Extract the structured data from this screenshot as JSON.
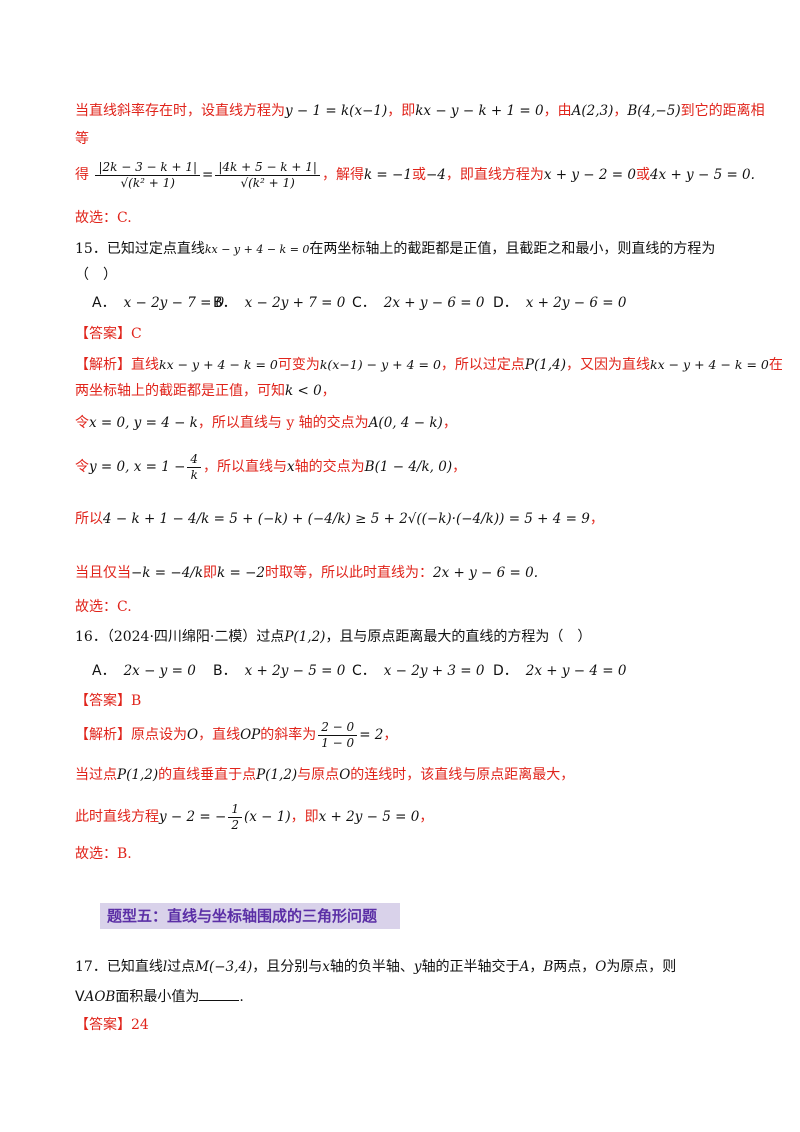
{
  "l1_a": "当直线斜率存在时，设直线方程为",
  "l1_m1": "y − 1 = k(x−1)",
  "l1_b": "，即",
  "l1_m2": "kx − y − k + 1 = 0",
  "l1_c": "，由",
  "l1_m3": "A(2,3)",
  "l1_d": "，",
  "l1_m4": "B(4,−5)",
  "l1_e": "到它的距离相",
  "l2": "等",
  "l3_a": "得",
  "l3_f1_num": "|2k − 3 − k + 1|",
  "l3_f1_den": "√(k² + 1)",
  "l3_eq": "=",
  "l3_f2_num": "|4k + 5 − k + 1|",
  "l3_f2_den": "√(k² + 1)",
  "l3_b": "，解得",
  "l3_m1": "k = −1",
  "l3_c": "或",
  "l3_m2": "−4",
  "l3_d": "，即直线方程为",
  "l3_m3": "x + y − 2 = 0",
  "l3_e": "或",
  "l3_m4": "4x + y − 5 = 0",
  "l3_f": ".",
  "l4": "故选：C.",
  "q15_a": "15．已知过定点直线",
  "q15_m": "kx − y + 4 − k = 0",
  "q15_b": "在两坐标轴上的截距都是正值，且截距之和最小，则直线的方程为",
  "q15_paren": "（　）",
  "q15_opts": [
    {
      "label": "A．",
      "expr": "x − 2y − 7 = 0"
    },
    {
      "label": "B．",
      "expr": "x − 2y + 7 = 0"
    },
    {
      "label": "C．",
      "expr": "2x + y − 6 = 0"
    },
    {
      "label": "D．",
      "expr": "x + 2y − 6 = 0"
    }
  ],
  "ans15_tag": "【答案】",
  "ans15_val": "C",
  "jx15_tag": "【解析】",
  "jx15_a": "直线",
  "jx15_m1": "kx − y + 4 − k = 0",
  "jx15_b": "可变为",
  "jx15_m2": "k(x−1) − y + 4 = 0",
  "jx15_c": "，所以过定点",
  "jx15_m3": "P(1,4)",
  "jx15_d": "，又因为直线",
  "jx15_m4": "kx − y + 4 − k = 0",
  "jx15_e": "在",
  "jx15_l2a": "两坐标轴上的截距都是正值，可知",
  "jx15_l2m": "k < 0",
  "jx15_l2b": "，",
  "jx15_l3a": "令",
  "jx15_l3m1": "x = 0, y = 4 − k",
  "jx15_l3b": "，所以直线与 y 轴的交点为",
  "jx15_l3m2": "A(0, 4 − k)",
  "jx15_l3c": "，",
  "jx15_l4a": "令",
  "jx15_l4m1": "y = 0, x = 1 −",
  "jx15_l4f_num": "4",
  "jx15_l4f_den": "k",
  "jx15_l4b": "，所以直线与",
  "jx15_l4x": "x",
  "jx15_l4c": "轴的交点为",
  "jx15_l4m2": "B(1 − 4/k, 0)",
  "jx15_l4d": "，",
  "jx15_l5a": "所以",
  "jx15_l5m": "4 − k + 1 − 4/k = 5 + (−k) + (−4/k) ≥ 5 + 2√((−k)·(−4/k)) = 5 + 4 = 9",
  "jx15_l5b": "，",
  "jx15_l6a": "当且仅当",
  "jx15_l6m1": "−k = −4/k",
  "jx15_l6b": "即",
  "jx15_l6m2": "k = −2",
  "jx15_l6c": "时取等，所以此时直线为：",
  "jx15_l6m3": "2x + y − 6 = 0",
  "jx15_l6d": ".",
  "end15": "故选：C.",
  "q16_a": "16．（2024·四川绵阳·二模）过点",
  "q16_m": "P(1,2)",
  "q16_b": "，且与原点距离最大的直线的方程为（　）",
  "q16_opts": [
    {
      "label": "A．",
      "expr": "2x − y = 0"
    },
    {
      "label": "B．",
      "expr": "x + 2y − 5 = 0"
    },
    {
      "label": "C．",
      "expr": "x − 2y + 3 = 0"
    },
    {
      "label": "D．",
      "expr": "2x + y − 4 = 0"
    }
  ],
  "ans16_tag": "【答案】",
  "ans16_val": "B",
  "jx16_tag": "【解析】",
  "jx16_a": "原点设为",
  "jx16_o": "O",
  "jx16_b": "，直线",
  "jx16_op": "OP",
  "jx16_c": "的斜率为",
  "jx16_f_num": "2 − 0",
  "jx16_f_den": "1 − 0",
  "jx16_m": "= 2",
  "jx16_d": "，",
  "jx16_l2a": "当过点",
  "jx16_l2m1": "P(1,2)",
  "jx16_l2b": "的直线垂直于点",
  "jx16_l2m2": "P(1,2)",
  "jx16_l2c": "与原点",
  "jx16_l2o": "O",
  "jx16_l2d": "的连线时，该直线与原点距离最大，",
  "jx16_l3a": "此时直线方程",
  "jx16_l3m1": "y − 2 = −",
  "jx16_l3f_num": "1",
  "jx16_l3f_den": "2",
  "jx16_l3m2": "(x − 1)",
  "jx16_l3b": "，即",
  "jx16_l3m3": "x + 2y − 5 = 0",
  "jx16_l3c": "，",
  "end16": "故选：B.",
  "heading": "题型五：直线与坐标轴围成的三角形问题",
  "q17_a": "17．已知直线",
  "q17_l": "l",
  "q17_b": "过点",
  "q17_m": "M(−3,4)",
  "q17_c": "，且分别与",
  "q17_x": "x",
  "q17_d": "轴的负半轴、",
  "q17_y": "y",
  "q17_e": "轴的正半轴交于",
  "q17_A": "A",
  "q17_f": "，",
  "q17_B": "B",
  "q17_g": "两点，",
  "q17_O": "O",
  "q17_h": "为原点，则",
  "q17_l2a": "V",
  "q17_l2m": "AOB",
  "q17_l2b": "面积最小值为",
  "q17_l2c": ".",
  "ans17_tag": "【答案】",
  "ans17_val": "24",
  "colors": {
    "red": "#e0241b",
    "heading": "#5b2fa6",
    "band": "#d9d2ea"
  }
}
